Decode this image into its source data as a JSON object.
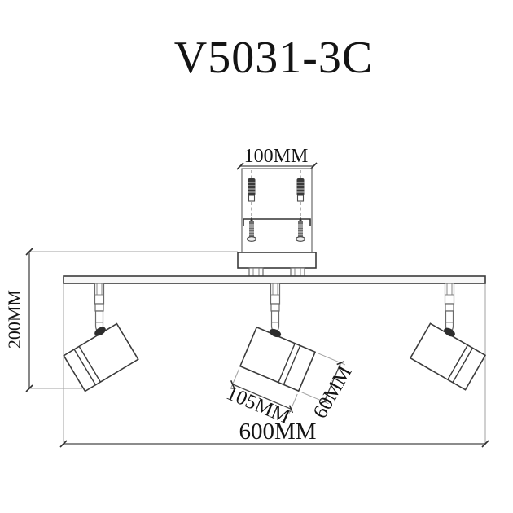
{
  "title": "V5031-3C",
  "dim_labels": {
    "mount_width": "100MM",
    "height": "200MM",
    "head_length": "105MM",
    "head_diameter": "60MM",
    "bar_length": "600MM"
  },
  "colors": {
    "background": "#ffffff",
    "line": "#3b3b3b",
    "dimension_line": "#474747",
    "extension_line": "#a0a0a0",
    "text": "#141414"
  }
}
